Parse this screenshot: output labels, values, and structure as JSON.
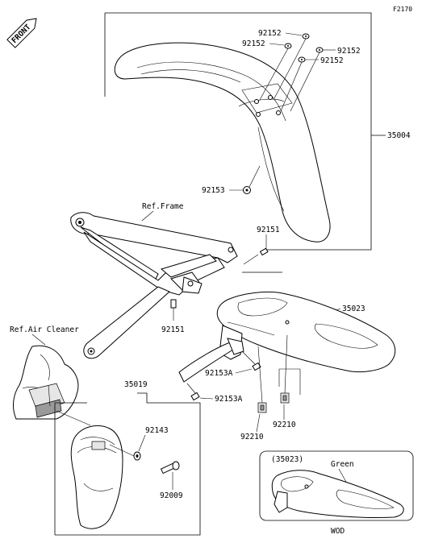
{
  "figure_code": "F2170",
  "front_badge": "FRONT",
  "references": {
    "frame": "Ref.Frame",
    "air_cleaner": "Ref.Air Cleaner"
  },
  "parts": {
    "p35004": "35004",
    "p92152_a": "92152",
    "p92152_b": "92152",
    "p92152_c": "92152",
    "p92152_d": "92152",
    "p92153": "92153",
    "p92151_a": "92151",
    "p92151_b": "92151",
    "p35023": "35023",
    "p92153A_a": "92153A",
    "p92153A_b": "92153A",
    "p35019": "35019",
    "p92143": "92143",
    "p92009": "92009",
    "p92210_a": "92210",
    "p92210_b": "92210"
  },
  "inset": {
    "part": "(35023)",
    "color": "Green",
    "caption": "WOD"
  }
}
